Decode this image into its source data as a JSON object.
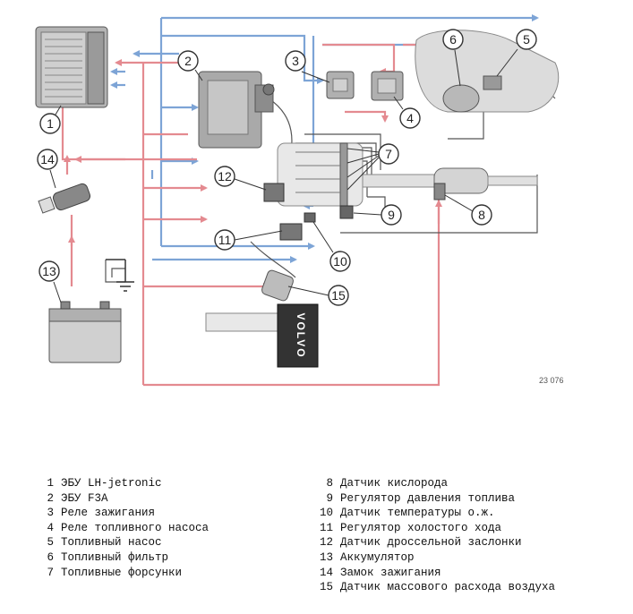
{
  "diagram": {
    "callouts": [
      "1",
      "2",
      "3",
      "4",
      "5",
      "6",
      "7",
      "8",
      "9",
      "10",
      "11",
      "12",
      "13",
      "14",
      "15"
    ],
    "figure_number": "23 076",
    "logo_text": "VOLVO",
    "colors": {
      "blue_line": "#7da4d6",
      "red_line": "#e48a90",
      "component": "#9a9a9a",
      "wire": "#555555"
    }
  },
  "legend": {
    "left": [
      {
        "num": "1",
        "text": "ЭБУ LH-jetronic"
      },
      {
        "num": "2",
        "text": "ЭБУ F3A"
      },
      {
        "num": "3",
        "text": "Реле зажигания"
      },
      {
        "num": "4",
        "text": "Реле топливного насоса"
      },
      {
        "num": "5",
        "text": "Топливный насос"
      },
      {
        "num": "6",
        "text": "Топливный фильтр"
      },
      {
        "num": "7",
        "text": "Топливные форсунки"
      }
    ],
    "right": [
      {
        "num": "8",
        "text": "Датчик кислорода"
      },
      {
        "num": "9",
        "text": "Регулятор давления топлива"
      },
      {
        "num": "10",
        "text": "Датчик температуры о.ж."
      },
      {
        "num": "11",
        "text": "Регулятор холостого хода"
      },
      {
        "num": "12",
        "text": "Датчик дроссельной заслонки"
      },
      {
        "num": "13",
        "text": "Аккумулятор"
      },
      {
        "num": "14",
        "text": "Замок зажигания"
      },
      {
        "num": "15",
        "text": "Датчик массового расхода воздуха"
      }
    ]
  }
}
